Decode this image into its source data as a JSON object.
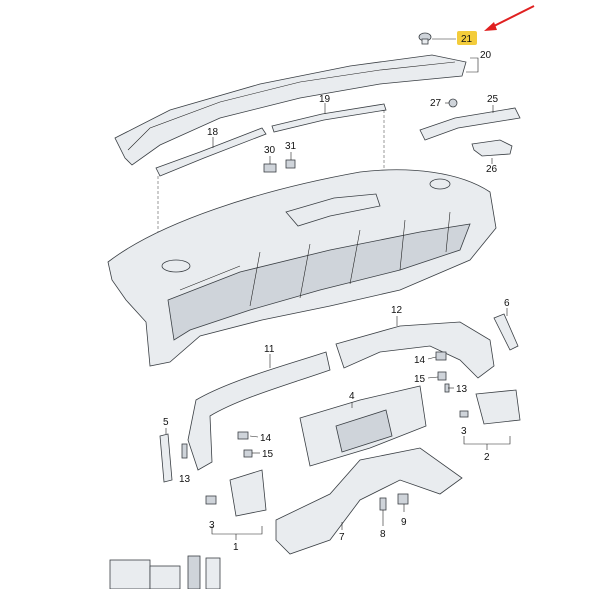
{
  "diagram": {
    "callouts": {
      "c21": "21",
      "c20": "20",
      "c27": "27",
      "c25": "25",
      "c26": "26",
      "c19": "19",
      "c18": "18",
      "c30": "30",
      "c31": "31",
      "c12": "12",
      "c6": "6",
      "c11": "11",
      "c14a": "14",
      "c15a": "15",
      "c13a": "13",
      "c4": "4",
      "c3a": "3",
      "c2": "2",
      "c5": "5",
      "c14b": "14",
      "c15b": "15",
      "c13b": "13",
      "c3b": "3",
      "c1": "1",
      "c7": "7",
      "c8": "8",
      "c9": "9"
    },
    "colors": {
      "highlight": "#f3cc3b",
      "arrow": "#e02020",
      "line": "#3a3f44"
    }
  }
}
